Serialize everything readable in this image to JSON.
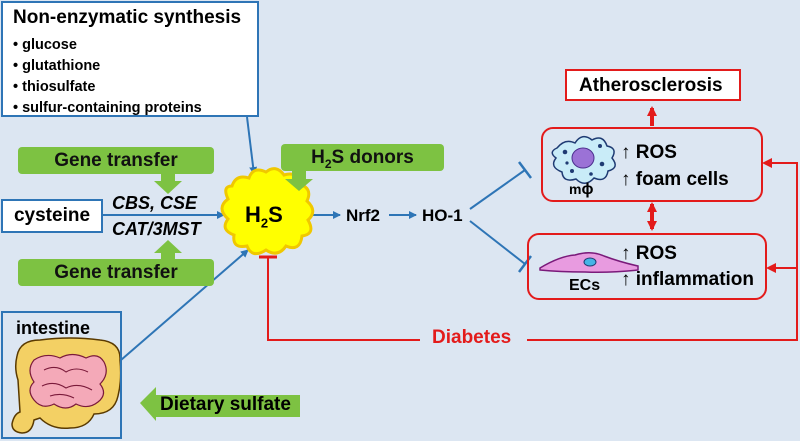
{
  "nonenzymatic": {
    "title": "Non-enzymatic synthesis",
    "items": [
      "glucose",
      "glutathione",
      "thiosulfate",
      "sulfur-containing proteins"
    ]
  },
  "gene_transfer_top": "Gene transfer",
  "gene_transfer_bottom": "Gene transfer",
  "h2s_donors": {
    "main": "H",
    "sub": "2",
    "rest": "S donors"
  },
  "cysteine": "cysteine",
  "enzymes": {
    "line1": "CBS, CSE",
    "line2": "CAT/3MST"
  },
  "h2s": {
    "main": "H",
    "sub": "2",
    "rest": "S"
  },
  "nrf2": "Nrf2",
  "ho1": "HO-1",
  "atherosclerosis": "Atherosclerosis",
  "macrophage": {
    "label_main": "m",
    "label_phi": "ϕ",
    "effects": [
      "↑ ROS",
      "↑ foam cells"
    ]
  },
  "ecs": {
    "label": "ECs",
    "effects": [
      "↑ ROS",
      "↑ inflammation"
    ]
  },
  "intestine": "intestine",
  "diabetes": "Diabetes",
  "dietary_sulfate": "Dietary sulfate",
  "colors": {
    "blue": "#2e75b6",
    "red": "#e31b1b",
    "green": "#7dc242",
    "background": "#dce6f2",
    "h2s_burst": "#ffff00"
  }
}
